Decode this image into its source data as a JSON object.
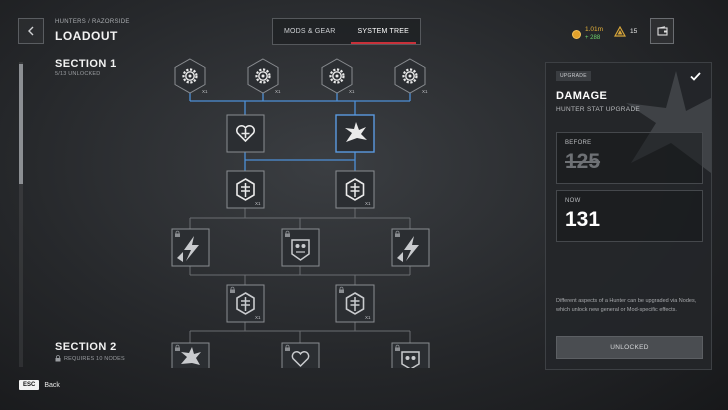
{
  "header": {
    "breadcrumb": "HUNTERS / RAZORSIDE",
    "title": "LOADOUT",
    "tabs": [
      {
        "label": "MODS & GEAR",
        "active": false
      },
      {
        "label": "SYSTEM TREE",
        "active": true
      }
    ],
    "currency": {
      "credits": "1.01m",
      "credits_delta": "+ 288",
      "tokens": "15"
    }
  },
  "sections": [
    {
      "title": "SECTION 1",
      "subtitle": "5/13 UNLOCKED"
    },
    {
      "title": "SECTION 2",
      "subtitle": "REQUIRES 10 NODES"
    }
  ],
  "node_counts": {
    "row1": [
      "X1",
      "X1",
      "X1",
      "X1"
    ],
    "row3": [
      "X1",
      "X1"
    ],
    "row5": [
      "X1",
      "X1"
    ]
  },
  "panel": {
    "badge": "UPGRADE",
    "title": "DAMAGE",
    "subtitle": "HUNTER STAT UPGRADE",
    "before_label": "BEFORE",
    "before_value": "125",
    "now_label": "NOW",
    "now_value": "131",
    "description": "Different aspects of a Hunter can be upgraded via Nodes, which unlock new general or Mod-specific effects.",
    "button_label": "UNLOCKED"
  },
  "footer": {
    "key": "ESC",
    "label": "Back"
  },
  "colors": {
    "accent_red": "#c8313a",
    "link_blue": "#4d8fd6",
    "credits_gold": "#e6b23a",
    "delta_green": "#6fd46f"
  }
}
